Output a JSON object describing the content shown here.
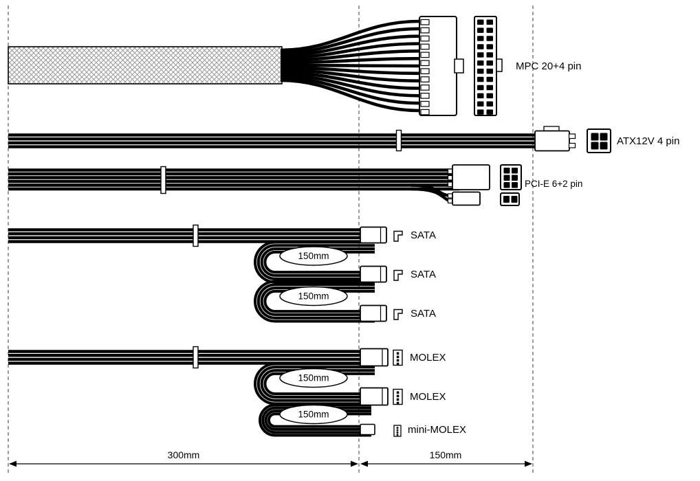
{
  "labels": {
    "mpc": "MPC 20+4 pin",
    "atx12v": "ATX12V 4 pin",
    "pcie": "PCI-E 6+2 pin",
    "sata": "SATA",
    "molex": "MOLEX",
    "mini_molex": "mini-MOLEX"
  },
  "segment_lengths": {
    "sata_loop_1": "150mm",
    "sata_loop_2": "150mm",
    "molex_loop_1": "150mm",
    "molex_loop_2": "150mm"
  },
  "dimensions": {
    "left_span": "300mm",
    "right_span": "150mm"
  },
  "colors": {
    "line": "#000000",
    "background": "#ffffff",
    "mesh": "#999999"
  }
}
